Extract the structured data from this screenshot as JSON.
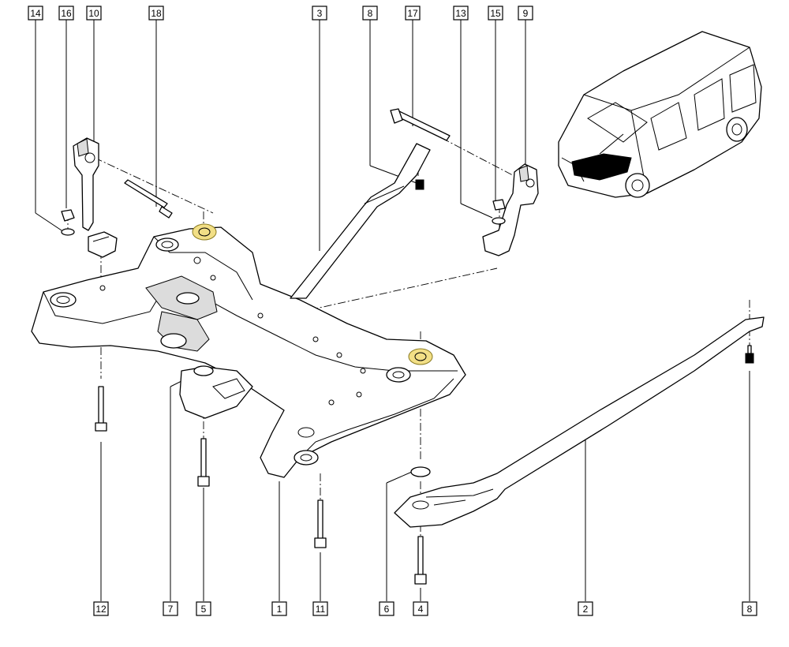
{
  "callouts": [
    {
      "id": "c14",
      "label": "14"
    },
    {
      "id": "c16",
      "label": "16"
    },
    {
      "id": "c10",
      "label": "10"
    },
    {
      "id": "c18",
      "label": "18"
    },
    {
      "id": "c3",
      "label": "3"
    },
    {
      "id": "c8a",
      "label": "8"
    },
    {
      "id": "c17",
      "label": "17"
    },
    {
      "id": "c13",
      "label": "13"
    },
    {
      "id": "c15",
      "label": "15"
    },
    {
      "id": "c9",
      "label": "9"
    },
    {
      "id": "c12",
      "label": "12"
    },
    {
      "id": "c7",
      "label": "7"
    },
    {
      "id": "c5",
      "label": "5"
    },
    {
      "id": "c1",
      "label": "1"
    },
    {
      "id": "c11",
      "label": "11"
    },
    {
      "id": "c6",
      "label": "6"
    },
    {
      "id": "c4",
      "label": "4"
    },
    {
      "id": "c2",
      "label": "2"
    },
    {
      "id": "c8b",
      "label": "8"
    }
  ],
  "colors": {
    "line": "#000000",
    "background": "#ffffff",
    "highlight": "#f2df86"
  }
}
